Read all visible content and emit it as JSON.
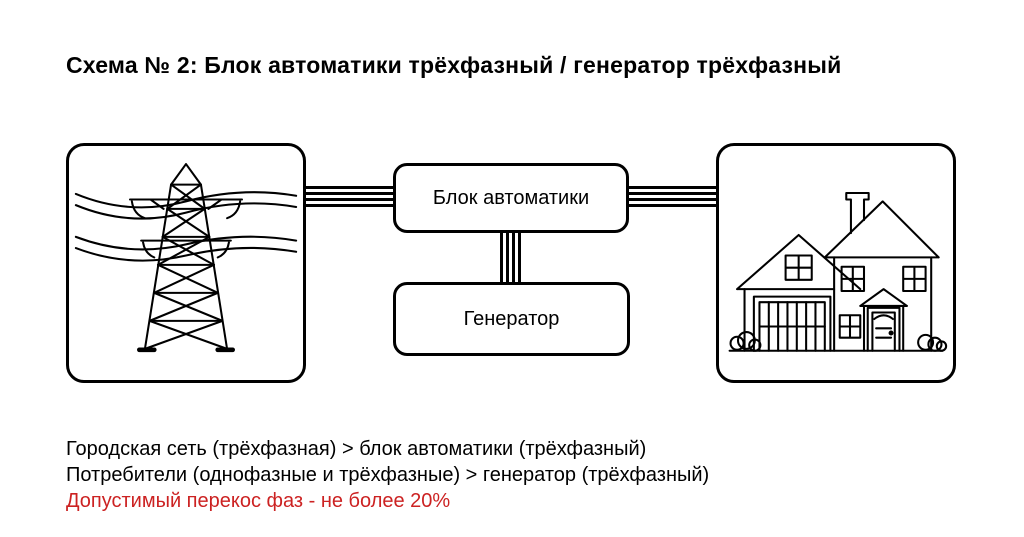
{
  "title": "Схема № 2: Блок автоматики трёхфазный / генератор трёхфазный",
  "diagram": {
    "automation_block_label": "Блок автоматики",
    "generator_label": "Генератор",
    "connection_line_count": 4,
    "nodes": [
      {
        "id": "city-grid",
        "icon": "transmission-tower-icon"
      },
      {
        "id": "automation-block",
        "label": "Блок автоматики"
      },
      {
        "id": "generator",
        "label": "Генератор"
      },
      {
        "id": "consumers",
        "icon": "house-icon"
      }
    ],
    "connections": [
      {
        "from": "city-grid",
        "to": "automation-block",
        "lines": 4
      },
      {
        "from": "automation-block",
        "to": "consumers",
        "lines": 4
      },
      {
        "from": "automation-block",
        "to": "generator",
        "lines": 4
      }
    ]
  },
  "notes": {
    "line1": "Городская сеть (трёхфазная) > блок автоматики (трёхфазный)",
    "line2": "Потребители (однофазные и трёхфазные) > генератор (трёхфазный)",
    "line3": "Допустимый перекос фаз - не более 20%"
  },
  "colors": {
    "line": "#000000",
    "background": "#ffffff",
    "accent_red": "#cc2222"
  }
}
